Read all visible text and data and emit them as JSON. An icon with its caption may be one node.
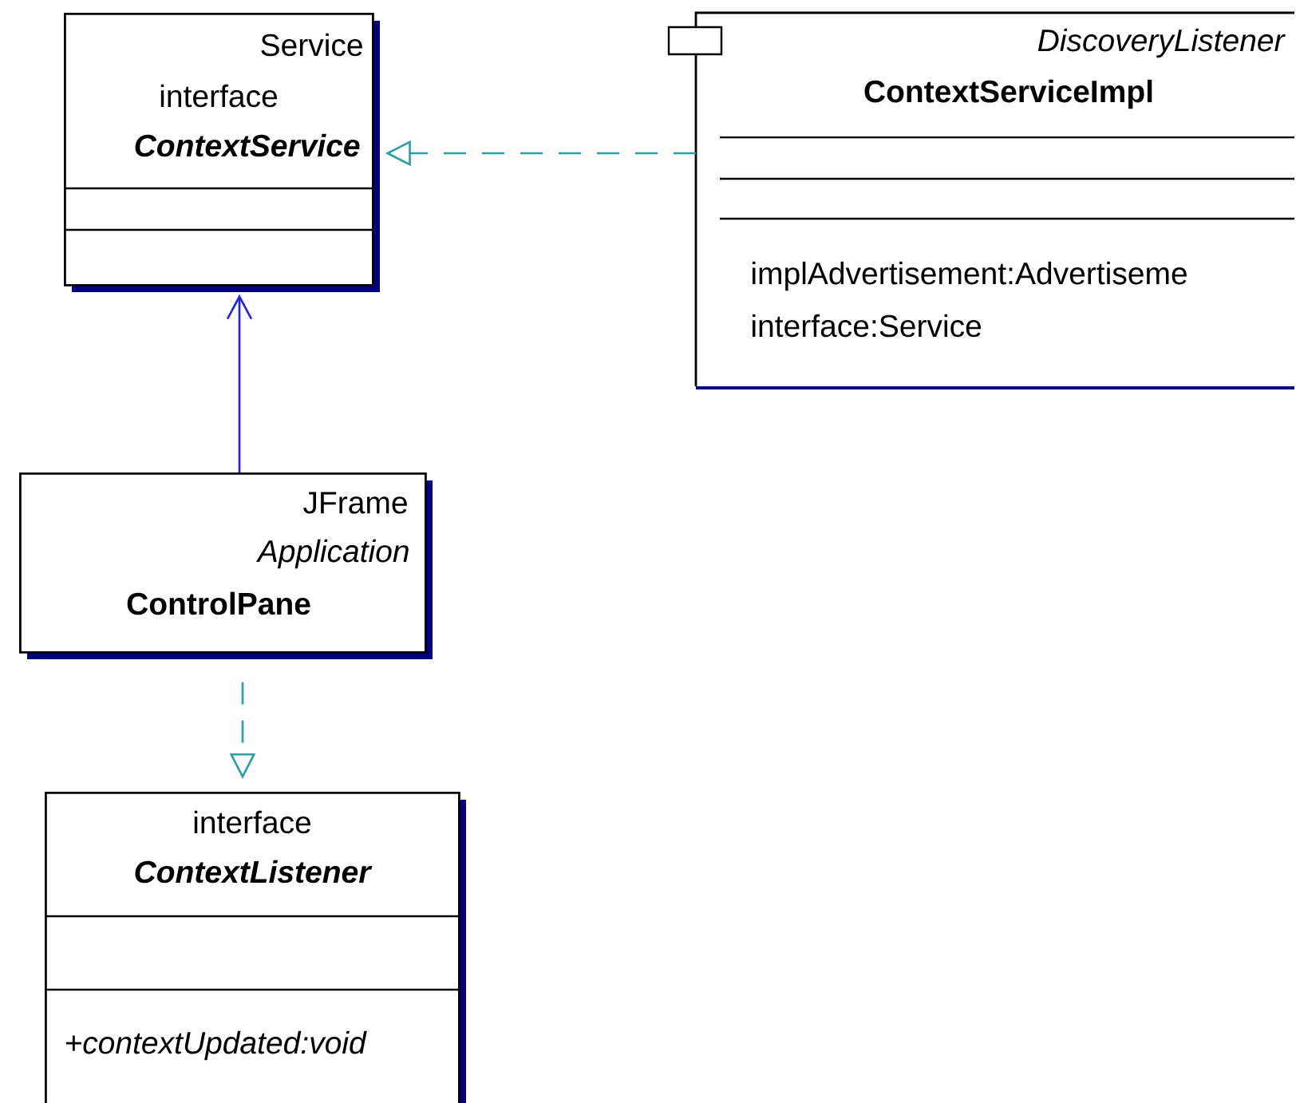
{
  "diagram": {
    "nodes": [
      {
        "text": [
          "Service",
          "interface",
          "ContextService"
        ]
      },
      {
        "text": [
          "DiscoveryListener",
          "ContextServiceImpl",
          "implAdvertisement:Advertiseme",
          "interface:Service"
        ]
      },
      {
        "text": [
          "JFrame",
          "Application",
          "ControlPane"
        ]
      },
      {
        "text": [
          "interface",
          "ContextListener",
          "+contextUpdated:void"
        ]
      }
    ],
    "edges": [
      {
        "from": 1,
        "to": 0,
        "arrow": "to",
        "style": "dashed",
        "color": "#2a9f9f"
      },
      {
        "from": 2,
        "to": 0,
        "arrow": "to",
        "color": "#1f1fff"
      },
      {
        "from": 2,
        "to": 3,
        "arrow": "to",
        "style": "dashed",
        "color": "#2a9f9f"
      }
    ]
  }
}
